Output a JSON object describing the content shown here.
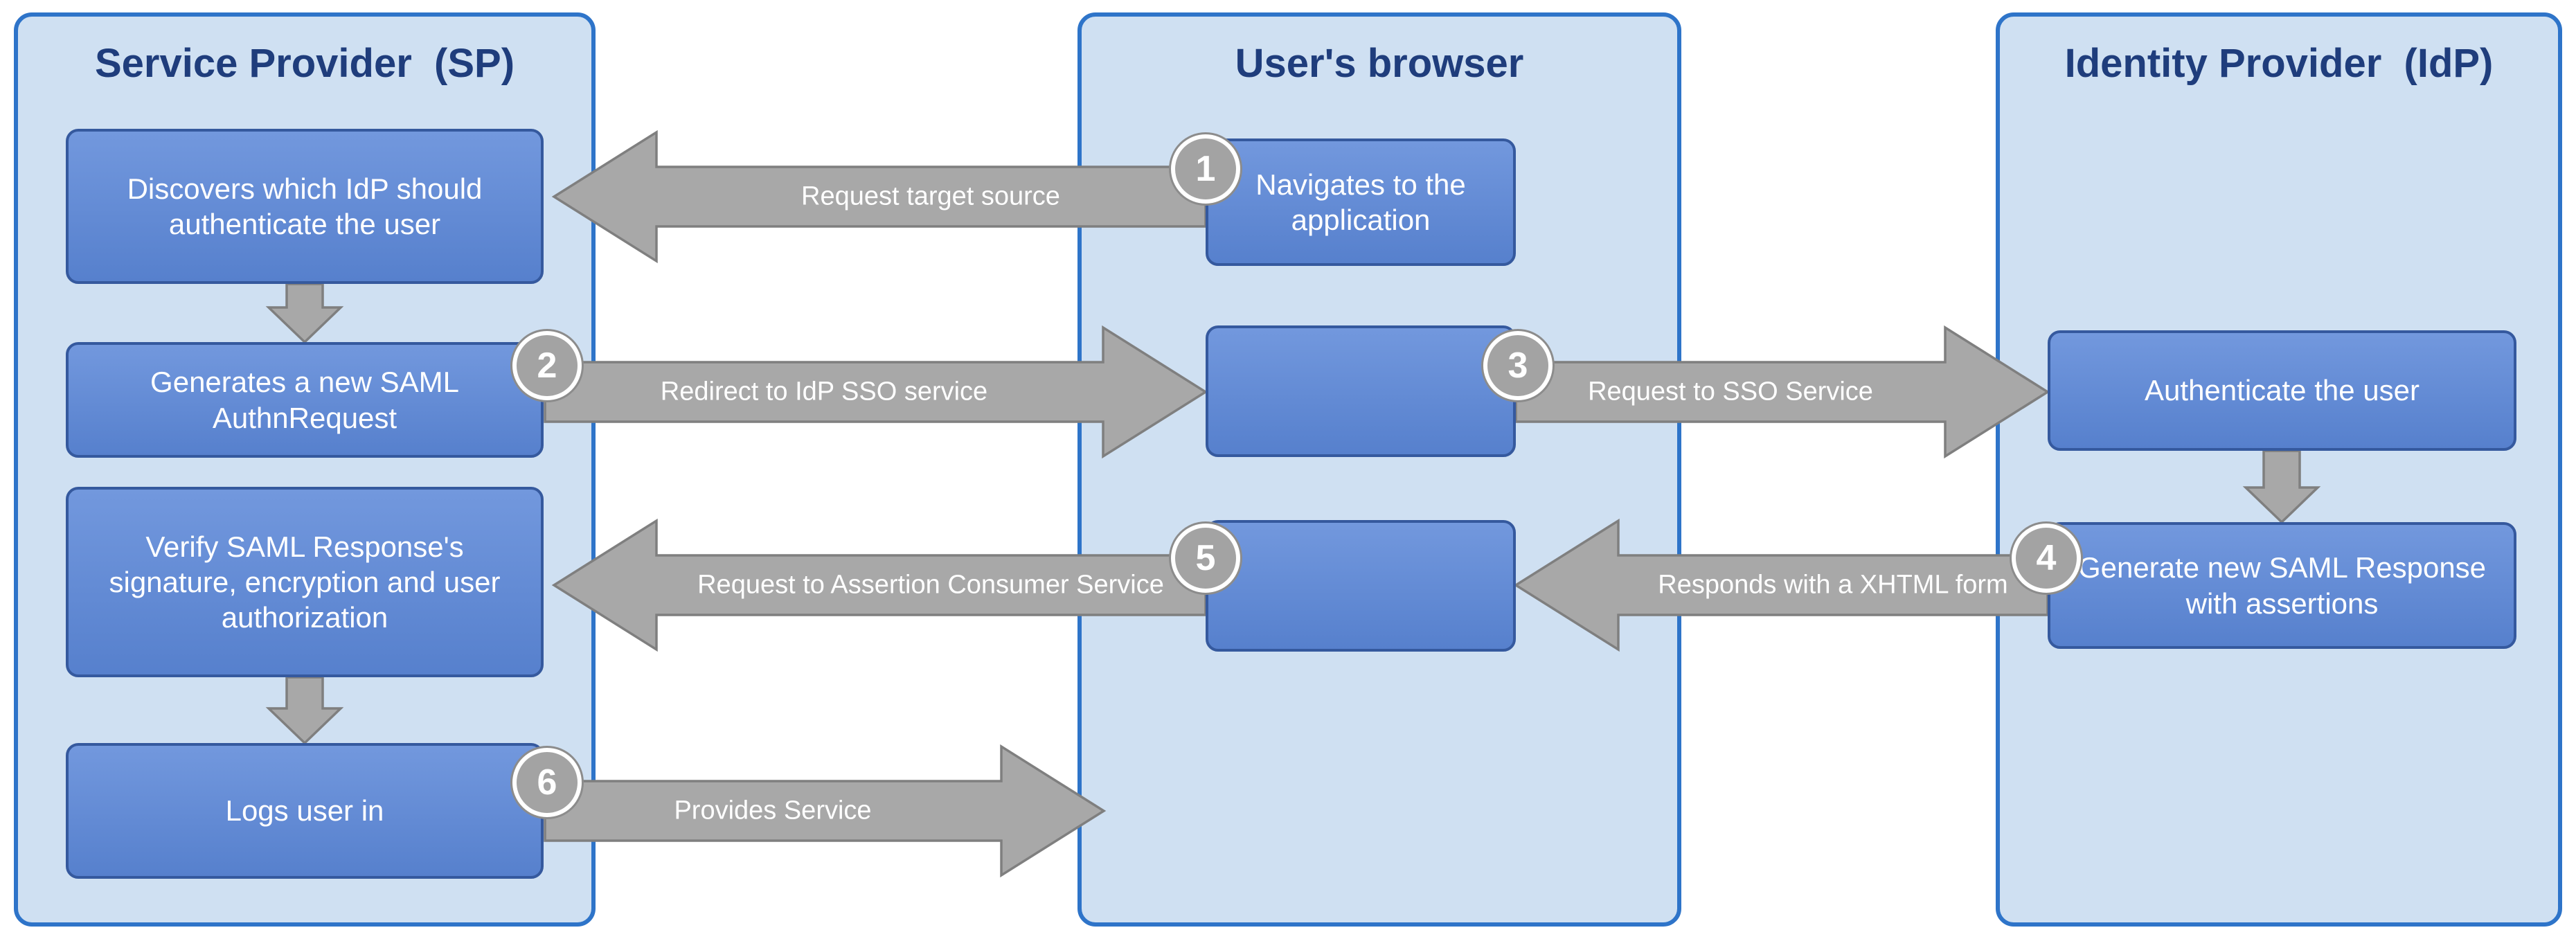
{
  "colors": {
    "page_bg": "#ffffff",
    "lane_bg": "#cfe0f2",
    "lane_border": "#2e74c9",
    "lane_title": "#1f3d7c",
    "box_fill": "#5b87d8",
    "box_border": "#35599e",
    "arrow_fill": "#a8a8a8",
    "arrow_stroke": "#7f7f7f",
    "circle_fill": "#a3a3a3",
    "circle_ring": "#8c8c8c",
    "text_on_blue": "#ffffff",
    "text_on_gray": "#ffffff"
  },
  "lanes": [
    {
      "title": "Service Provider  (SP)"
    },
    {
      "title": "User's browser"
    },
    {
      "title": "Identity Provider  (IdP)"
    }
  ],
  "boxes": {
    "sp_discover": "Discovers which IdP should authenticate the user",
    "sp_generate": "Generates a new SAML AuthnRequest",
    "sp_verify": "Verify SAML Response's signature, encryption and user authorization",
    "sp_login": "Logs user in",
    "browser_navigate": "Navigates to the application",
    "idp_authenticate": "Authenticate the user",
    "idp_generate": "Generate new SAML Response with assertions"
  },
  "steps": [
    {
      "number": "1",
      "label": "Request target source"
    },
    {
      "number": "2",
      "label": "Redirect to IdP SSO service"
    },
    {
      "number": "3",
      "label": "Request to SSO Service"
    },
    {
      "number": "4",
      "label": "Responds with a XHTML form"
    },
    {
      "number": "5",
      "label": "Request to Assertion Consumer Service"
    },
    {
      "number": "6",
      "label": "Provides Service"
    }
  ]
}
